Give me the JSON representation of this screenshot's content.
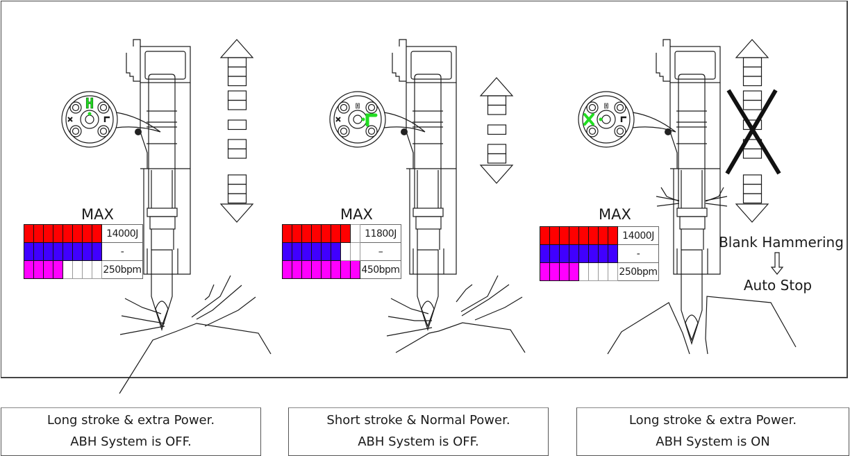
{
  "colors": {
    "impact": "#ff0000",
    "blank": "#4000ff",
    "frequency": "#ff00ff",
    "selector_active": "#22dd22",
    "empty": "#ffffff",
    "line": "#1a1a1a"
  },
  "panels": [
    {
      "mode_selector": {
        "positions": [
          "H",
          "L",
          "X"
        ],
        "active": "H"
      },
      "stroke_arrow": {
        "type": "long",
        "crossed": false
      },
      "meter": {
        "title": "MAX",
        "segments_total": 8,
        "rows": [
          {
            "name": "impact-energy",
            "filled": 8,
            "color_key": "impact",
            "value": "14000J"
          },
          {
            "name": "blank-hammer",
            "filled": 8,
            "color_key": "blank",
            "value": "-"
          },
          {
            "name": "blow-frequency",
            "filled": 4,
            "color_key": "frequency",
            "value": "250bpm"
          }
        ]
      },
      "caption": {
        "line1": "Long stroke & extra Power.",
        "line2": "ABH System is OFF."
      }
    },
    {
      "mode_selector": {
        "positions": [
          "H",
          "L",
          "X"
        ],
        "active": "L"
      },
      "stroke_arrow": {
        "type": "short",
        "crossed": false
      },
      "meter": {
        "title": "MAX",
        "segments_total": 8,
        "rows": [
          {
            "name": "impact-energy",
            "filled": 7,
            "color_key": "impact",
            "value": "11800J"
          },
          {
            "name": "blank-hammer",
            "filled": 6,
            "color_key": "blank",
            "value": "–"
          },
          {
            "name": "blow-frequency",
            "filled": 8,
            "color_key": "frequency",
            "value": "450bpm"
          }
        ]
      },
      "caption": {
        "line1": "Short stroke & Normal Power.",
        "line2": "ABH System is OFF."
      }
    },
    {
      "mode_selector": {
        "positions": [
          "H",
          "L",
          "X"
        ],
        "active": "X"
      },
      "stroke_arrow": {
        "type": "long",
        "crossed": true
      },
      "meter": {
        "title": "MAX",
        "segments_total": 8,
        "rows": [
          {
            "name": "impact-energy",
            "filled": 8,
            "color_key": "impact",
            "value": "14000J"
          },
          {
            "name": "blank-hammer",
            "filled": 8,
            "color_key": "blank",
            "value": "-"
          },
          {
            "name": "blow-frequency",
            "filled": 4,
            "color_key": "frequency",
            "value": "250bpm"
          }
        ]
      },
      "note": {
        "line1": "Blank Hammering",
        "line2": "Auto Stop"
      },
      "caption": {
        "line1": "Long stroke & extra Power.",
        "line2": "ABH System is ON"
      }
    }
  ]
}
